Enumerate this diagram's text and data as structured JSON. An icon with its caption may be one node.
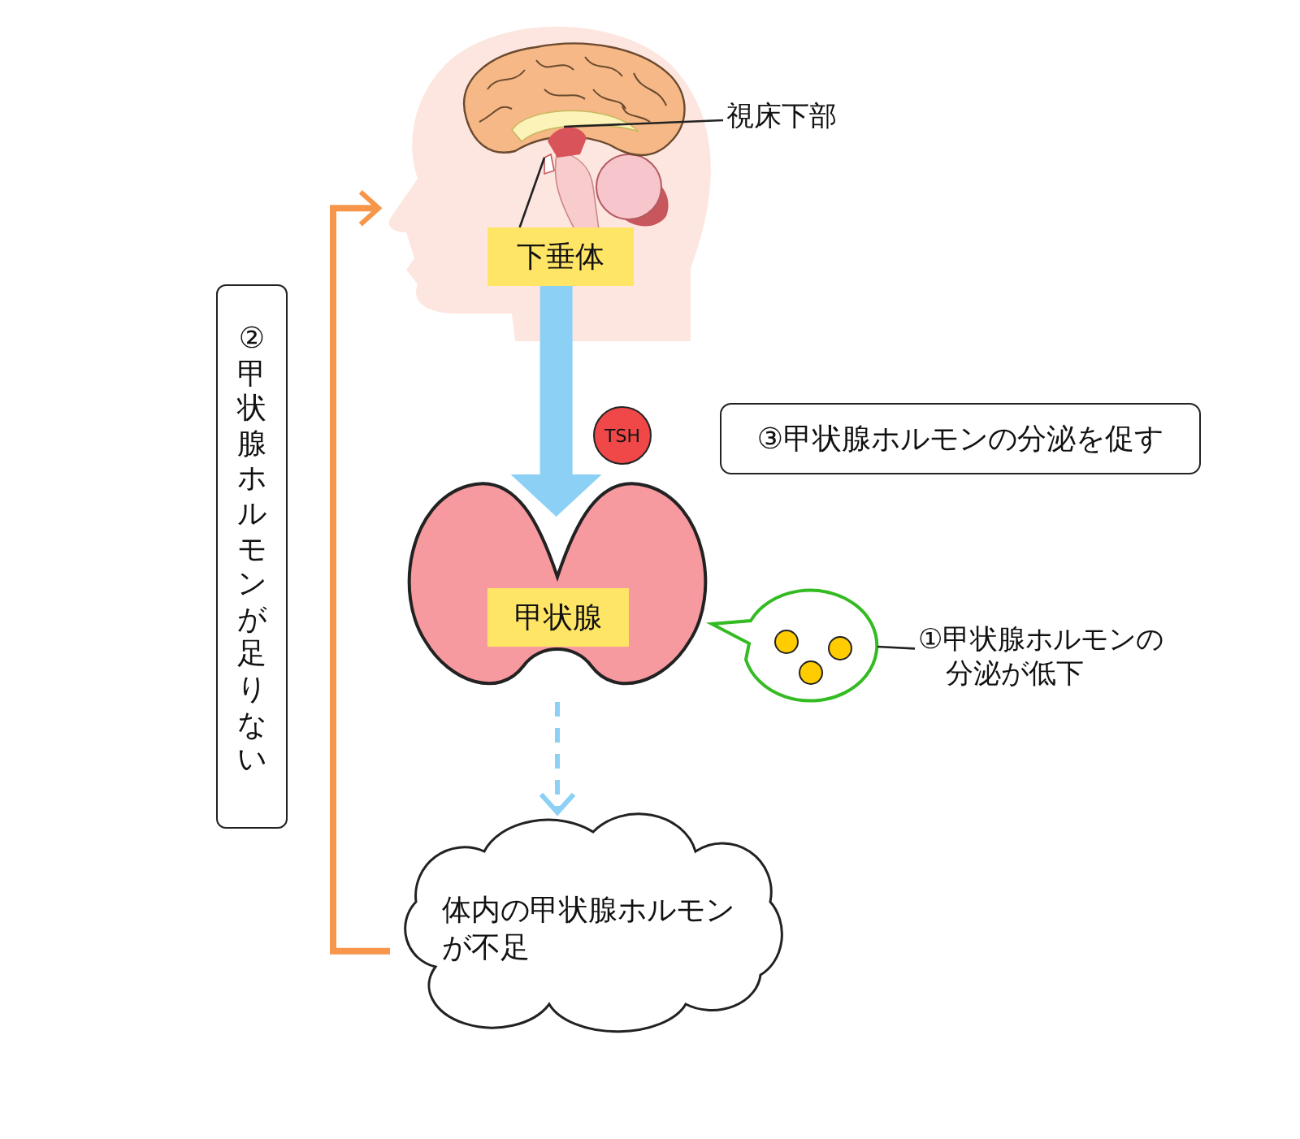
{
  "diagram": {
    "nodes": [
      {
        "text": [],
        "shape": "picture"
      },
      {
        "text": [
          "視床下部"
        ]
      },
      {
        "text": [
          "下垂体"
        ],
        "in": 0
      },
      {
        "text": [
          "TSH"
        ]
      },
      {
        "text": [
          "③甲状腺ホルモンの分泌を促す"
        ]
      },
      {
        "text": [
          "甲状腺"
        ]
      },
      {
        "text": [],
        "shape": "circle"
      },
      {
        "text": [
          "①甲状腺ホルモンの分泌が低下"
        ]
      },
      {
        "text": [
          "体内の甲状腺ホルモンが不足"
        ]
      },
      {
        "text": [
          "②甲状腺ホルモンが足りない"
        ]
      }
    ],
    "edges": [
      {
        "from": 1,
        "to": null,
        "arrow": "none"
      },
      {
        "from": 2,
        "to": null,
        "arrow": "none"
      },
      {
        "from": 2,
        "to": 5,
        "arrow": "to",
        "style": "thick",
        "color": "#8dd0f5"
      },
      {
        "from": 5,
        "to": 8,
        "arrow": "to",
        "style": "dashed",
        "color": "#8dd0f5"
      },
      {
        "from": 8,
        "to": 0,
        "arrow": "to",
        "style": "thick",
        "color": "#f7964a"
      },
      {
        "from": 7,
        "to": 6,
        "arrow": "none"
      }
    ]
  }
}
